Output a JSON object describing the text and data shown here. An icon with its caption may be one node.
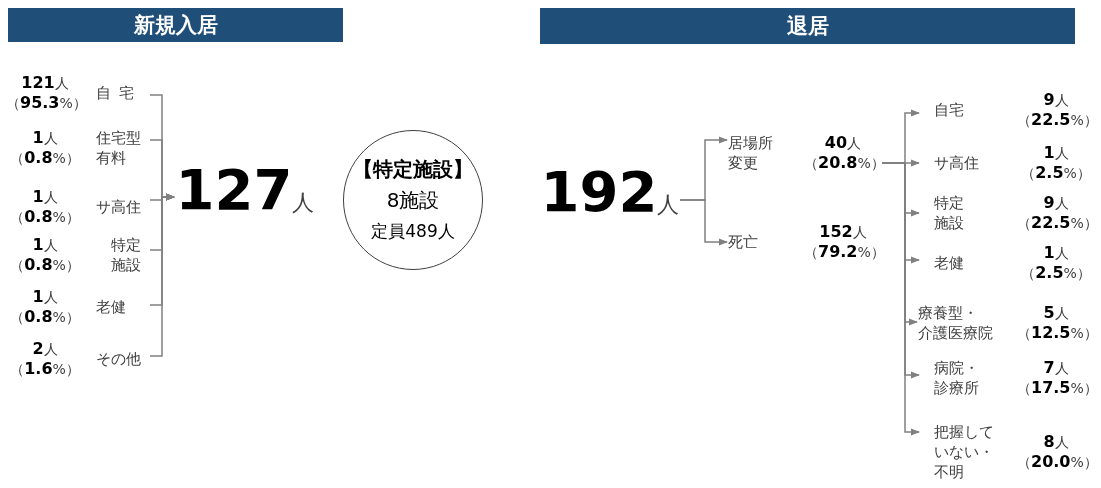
{
  "diagram": {
    "nodes": [
      {
        "text": [
          "新規入居"
        ]
      },
      {
        "text": [
          "退居"
        ]
      },
      {
        "text": [
          "自宅"
        ],
        "beside": [
          "**121**人（**95.3**%）"
        ]
      },
      {
        "text": [
          "住宅型有料"
        ],
        "beside": [
          "**1**人（**0.8**%）"
        ]
      },
      {
        "text": [
          "サ高住"
        ],
        "beside": [
          "**1**人（**0.8**%）"
        ]
      },
      {
        "text": [
          "特定施設"
        ],
        "beside": [
          "**1**人（**0.8**%）"
        ]
      },
      {
        "text": [
          "老健"
        ],
        "beside": [
          "**1**人（**0.8**%）"
        ]
      },
      {
        "text": [
          "その他"
        ],
        "beside": [
          "**2**人（**1.6**%）"
        ]
      },
      {
        "text": [
          "**127**人"
        ]
      },
      {
        "text": [
          "【特定施設】",
          "8施設",
          "定員489人"
        ]
      },
      {
        "text": [
          "**192**人"
        ]
      },
      {
        "text": [
          "居場所変更"
        ],
        "beside": [
          "**40**人（**20.8**%）"
        ]
      },
      {
        "text": [
          "死亡"
        ],
        "beside": [
          "**152**人（**79.2**%）"
        ]
      },
      {
        "text": [
          "自宅"
        ],
        "beside": [
          "**9**人（**22.5**%）"
        ]
      },
      {
        "text": [
          "サ高住"
        ],
        "beside": [
          "**1**人（**2.5**%）"
        ]
      },
      {
        "text": [
          "特定施設"
        ],
        "beside": [
          "**9**人（**22.5**%）"
        ]
      },
      {
        "text": [
          "老健"
        ],
        "beside": [
          "**1**人（**2.5**%）"
        ]
      },
      {
        "text": [
          "療養型・介護医療院"
        ],
        "beside": [
          "**5**人（**12.5**%）"
        ]
      },
      {
        "text": [
          "病院・診療所"
        ],
        "beside": [
          "**7**人（**17.5**%）"
        ]
      },
      {
        "text": [
          "把握していない・不明"
        ],
        "beside": [
          "**8**人（**20.0**%）"
        ]
      }
    ],
    "edges": [
      {
        "from": 2,
        "to": 8,
        "arrow": "to"
      },
      {
        "from": 3,
        "to": 8,
        "arrow": "to"
      },
      {
        "from": 4,
        "to": 8,
        "arrow": "to"
      },
      {
        "from": 5,
        "to": 8,
        "arrow": "to"
      },
      {
        "from": 6,
        "to": 8,
        "arrow": "to"
      },
      {
        "from": 7,
        "to": 8,
        "arrow": "to"
      },
      {
        "from": 10,
        "to": 11,
        "arrow": "to"
      },
      {
        "from": 10,
        "to": 12,
        "arrow": "to"
      },
      {
        "from": 11,
        "to": 13,
        "arrow": "to"
      },
      {
        "from": 11,
        "to": 14,
        "arrow": "to"
      },
      {
        "from": 11,
        "to": 15,
        "arrow": "to"
      },
      {
        "from": 11,
        "to": 16,
        "arrow": "to"
      },
      {
        "from": 11,
        "to": 17,
        "arrow": "to"
      },
      {
        "from": 11,
        "to": 18,
        "arrow": "to"
      },
      {
        "from": 11,
        "to": 19,
        "arrow": "to"
      }
    ]
  }
}
